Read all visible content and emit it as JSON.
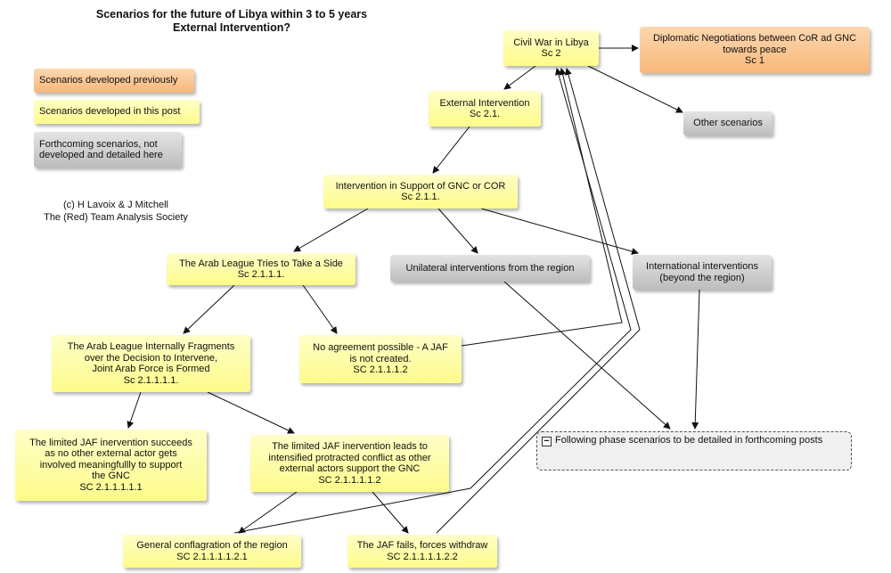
{
  "title": {
    "line1": "Scenarios for the future of Libya within 3 to 5 years",
    "line2": "External Intervention?"
  },
  "legend": {
    "previous": "Scenarios developed previously",
    "this_post": "Scenarios developed in this post",
    "forthcoming_l1": "Forthcoming scenarios, not",
    "forthcoming_l2": "developed and detailed here"
  },
  "copyright": {
    "line1": "(c)  H Lavoix & J Mitchell",
    "line2": "The (Red) Team Analysis Society"
  },
  "nodes": {
    "civil_war": {
      "l1": "Civil War in Libya",
      "l2": "Sc 2"
    },
    "diplomatic": {
      "l1": "Diplomatic Negotiations between CoR ad GNC",
      "l2": "towards peace",
      "l3": "Sc 1"
    },
    "external_intervention": {
      "l1": "External Intervention",
      "l2": "Sc 2.1."
    },
    "other_scenarios": {
      "l1": "Other scenarios"
    },
    "support_gnc": {
      "l1": "Intervention in Support of GNC or COR",
      "l2": "Sc 2.1.1."
    },
    "arab_league": {
      "l1": "The Arab League Tries to Take a Side",
      "l2": "Sc 2.1.1.1."
    },
    "unilateral": {
      "l1": "Unilateral interventions from the region"
    },
    "international": {
      "l1": "International interventions",
      "l2": "(beyond the region)"
    },
    "fragments": {
      "l1": "The Arab League Internally Fragments",
      "l2": "over the Decision to Intervene,",
      "l3": "Joint Arab Force is Formed",
      "l4": "Sc 2.1.1.1.1."
    },
    "no_agreement": {
      "l1": "No agreement possible - A JAF",
      "l2": "is not created.",
      "l3": "SC 2.1.1.1.2"
    },
    "jaf_succeeds": {
      "l1": "The limited JAF inervention succeeds",
      "l2": "as no other external actor gets",
      "l3": "involved meaningfullly to support",
      "l4": "the GNC",
      "l5": "SC 2.1.1.1.1.1"
    },
    "jaf_protracted": {
      "l1": "The limited JAF inervention leads to",
      "l2": "intensified protracted conflict as other",
      "l3": "external actors support the GNC",
      "l4": "SC 2.1.1.1.1.2"
    },
    "conflagration": {
      "l1": "General conflagration of the region",
      "l2": "SC 2.1.1.1.1.2.1"
    },
    "jaf_fails": {
      "l1": "The JAF fails, forces withdraw",
      "l2": "SC 2.1.1.1.1.2.2"
    }
  },
  "following_phase": {
    "label": "Following phase scenarios to be detailed in forthcoming posts",
    "collapse_symbol": "−"
  },
  "colors": {
    "previous": "#f7b87a",
    "this_post": "#fdfb8a",
    "forthcoming": "#bdbdbd"
  }
}
